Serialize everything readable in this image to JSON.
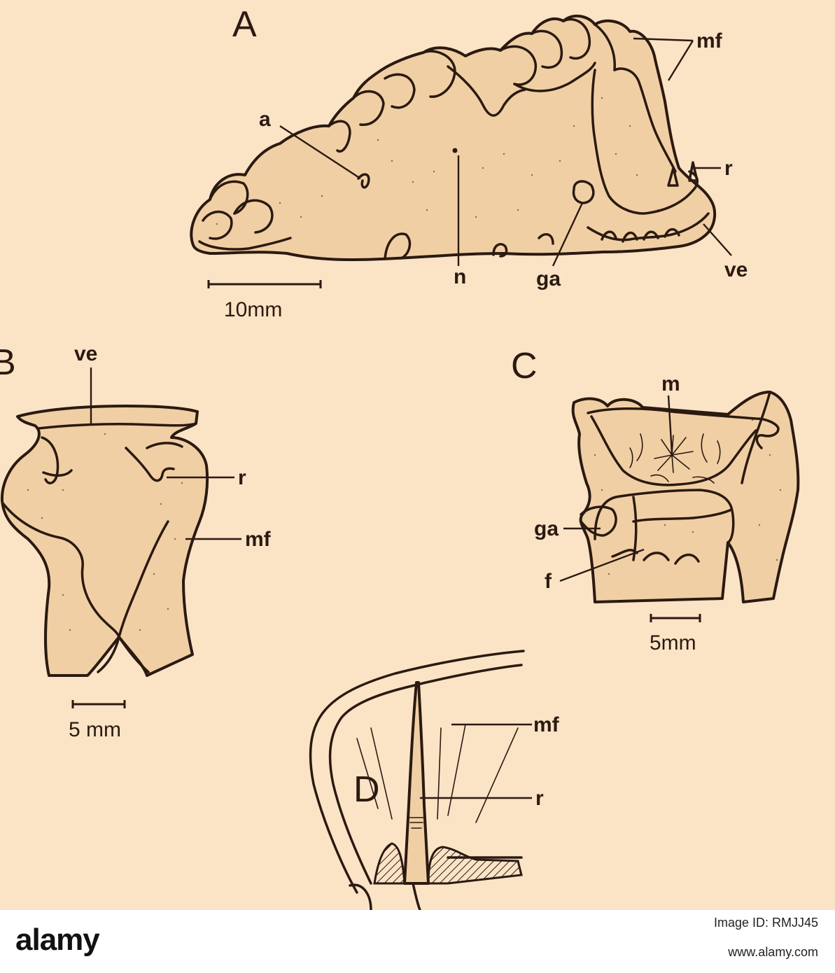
{
  "figure": {
    "panels": [
      {
        "id": "A",
        "scale_label": "10mm",
        "labels": [
          "a",
          "n",
          "ga",
          "mf",
          "r",
          "ve"
        ]
      },
      {
        "id": "B",
        "scale_label": "5 mm",
        "labels": [
          "ve",
          "r",
          "mf"
        ]
      },
      {
        "id": "C",
        "scale_label": "5mm",
        "labels": [
          "m",
          "ga",
          "f"
        ]
      },
      {
        "id": "D",
        "labels": [
          "mf",
          "r"
        ]
      }
    ]
  },
  "stock_bar": {
    "brand": "alamy",
    "image_id_line": "Image ID: RMJJ45",
    "url_line": "www.alamy.com"
  },
  "colors": {
    "background": "#fbe3c6",
    "ink": "#2a1a10",
    "stipple": "#f1cfa5"
  }
}
